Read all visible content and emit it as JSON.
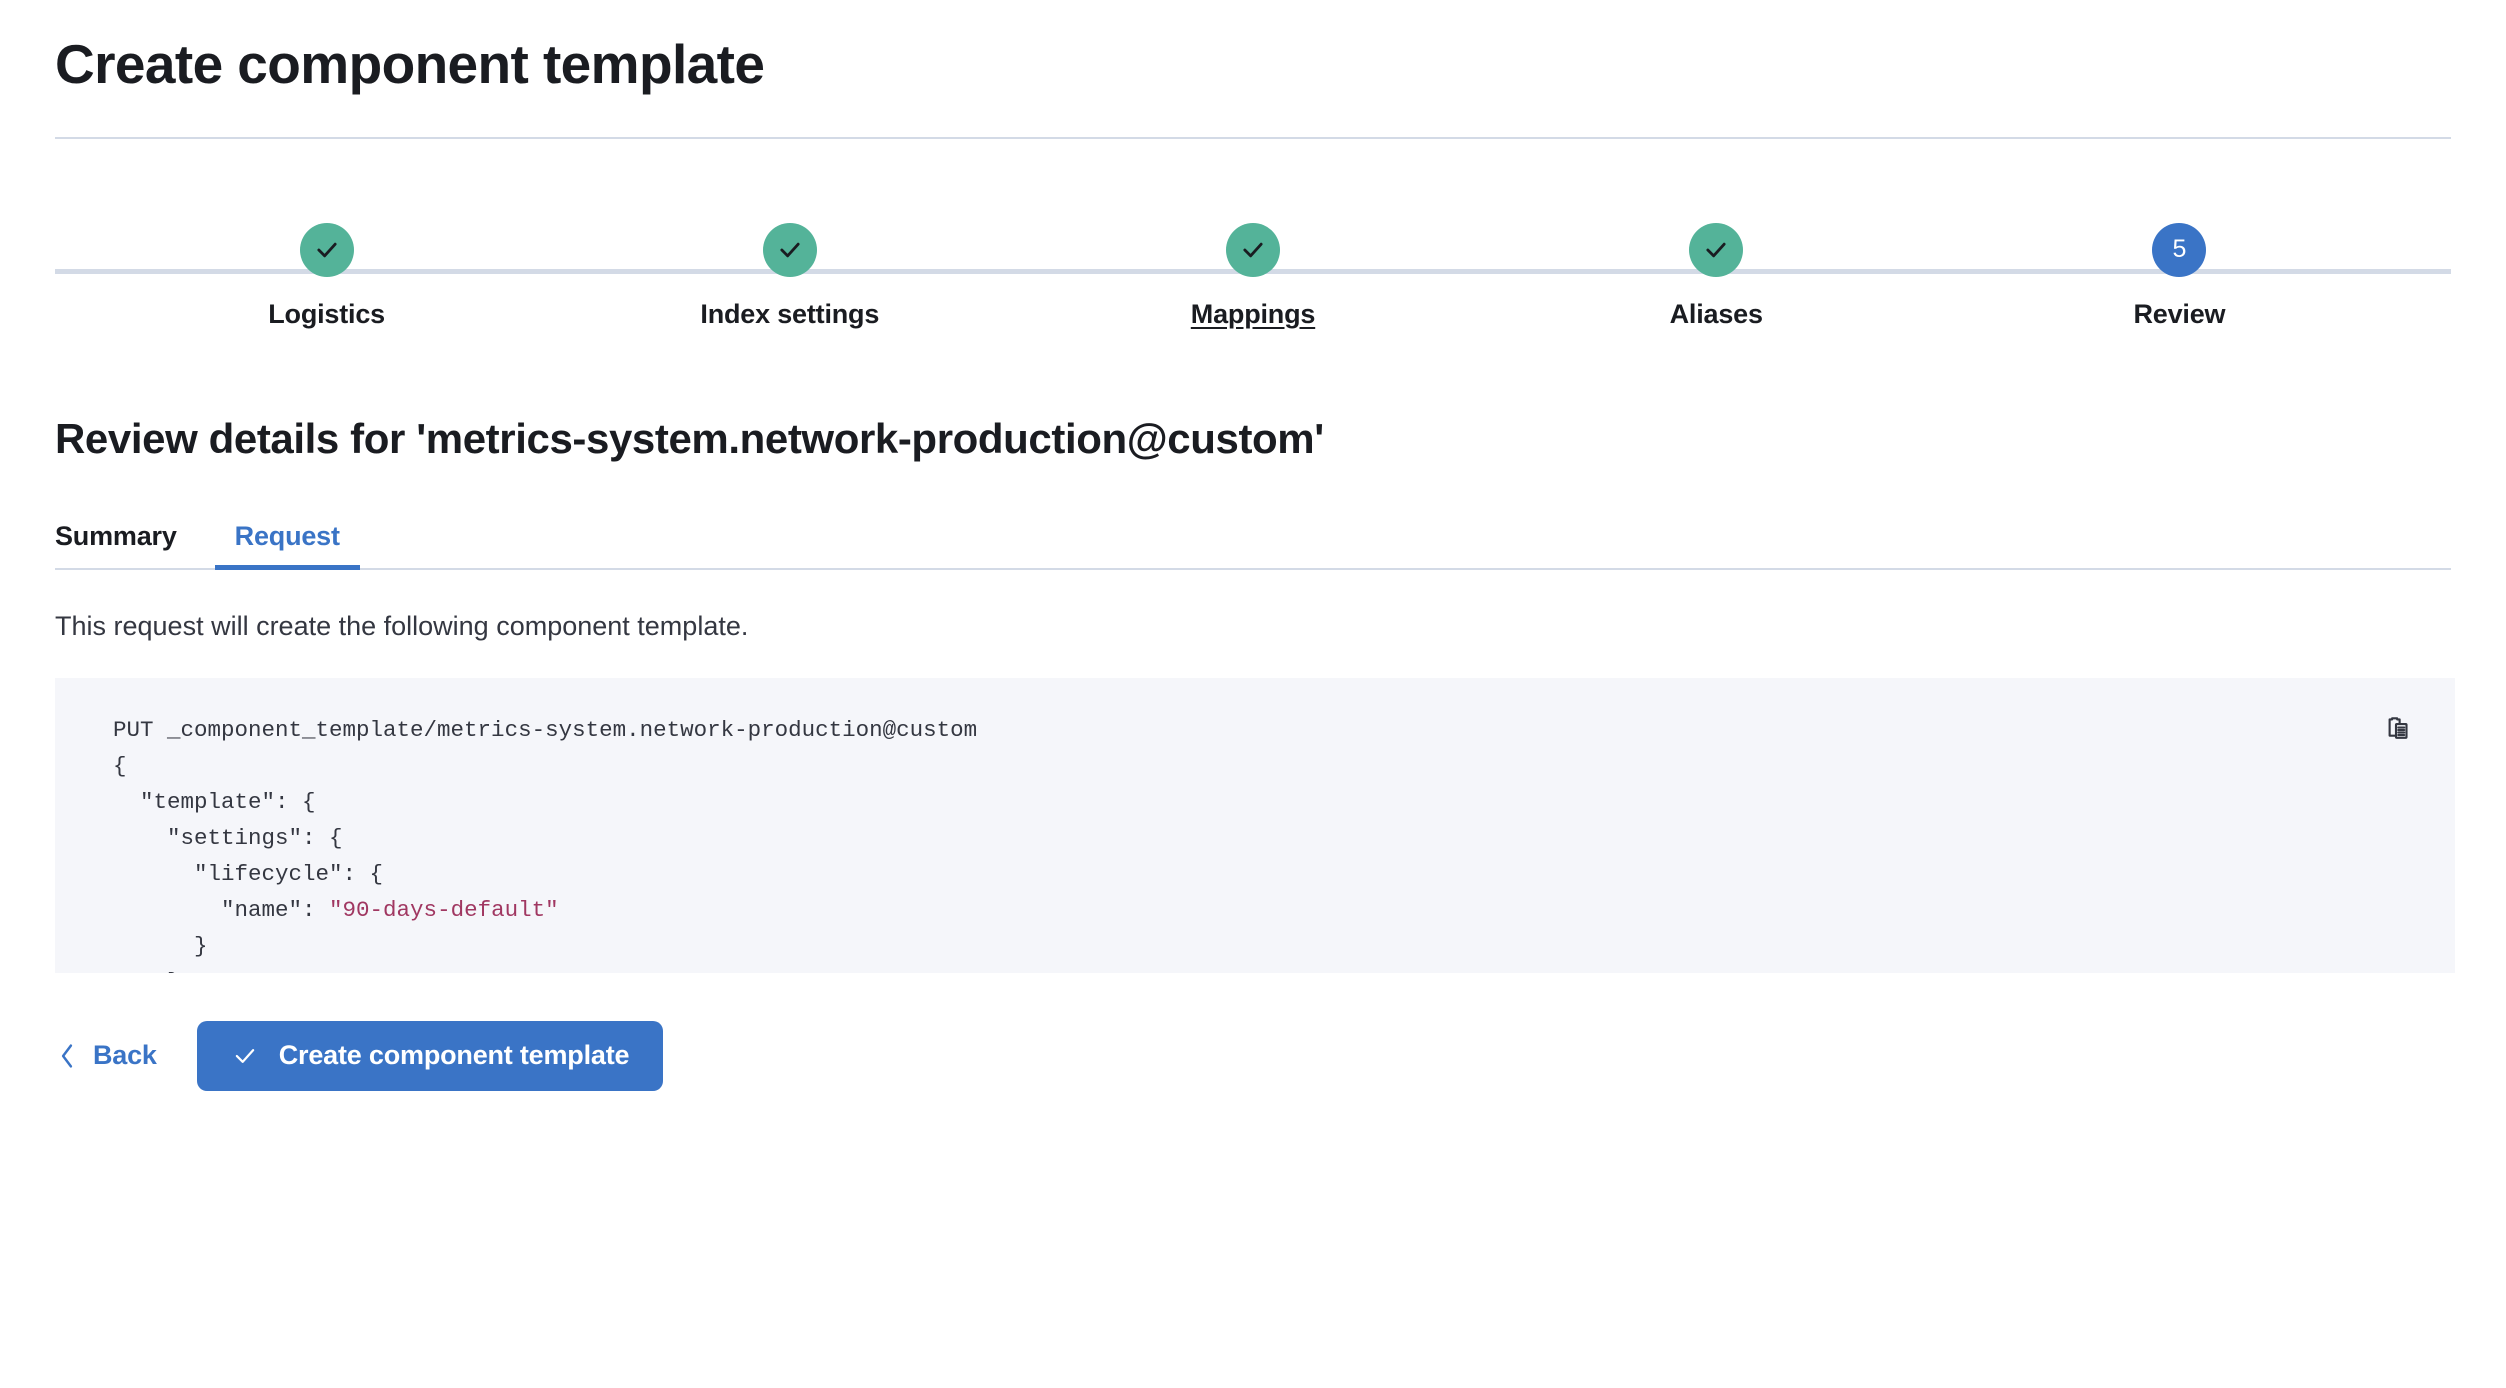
{
  "header": {
    "title": "Create component template"
  },
  "stepper": {
    "steps": [
      {
        "label": "Logistics",
        "state": "complete",
        "icon": "check-icon",
        "number": "1",
        "hovered": false
      },
      {
        "label": "Index settings",
        "state": "complete",
        "icon": "check-icon",
        "number": "2",
        "hovered": false
      },
      {
        "label": "Mappings",
        "state": "complete",
        "icon": "check-icon",
        "number": "3",
        "hovered": true
      },
      {
        "label": "Aliases",
        "state": "complete",
        "icon": "check-icon",
        "number": "4",
        "hovered": false
      },
      {
        "label": "Review",
        "state": "current",
        "icon": "step-number",
        "number": "5",
        "hovered": false
      }
    ],
    "colors": {
      "complete": "#54b399",
      "current": "#3a74c6",
      "connector": "#d3dae6"
    }
  },
  "review": {
    "heading": "Review details for 'metrics-system.network-production@custom'",
    "tabs": [
      {
        "label": "Summary",
        "active": false
      },
      {
        "label": "Request",
        "active": true
      }
    ],
    "description": "This request will create the following component template.",
    "code": {
      "method_and_path": "PUT _component_template/metrics-system.network-production@custom",
      "body_lines": [
        "{",
        "  \"template\": {",
        "    \"settings\": {",
        "      \"lifecycle\": {",
        "        \"name\": ",
        "      }",
        "    }",
        "  }",
        "}"
      ],
      "lifecycle_name_value": "\"90-days-default\"",
      "string_color": "#a03761",
      "background": "#f5f6fa"
    },
    "copy_button": {
      "icon": "copy-icon",
      "title": "Copy to clipboard"
    }
  },
  "actions": {
    "back": {
      "label": "Back",
      "icon": "chevron-left-icon"
    },
    "submit": {
      "label": "Create component template",
      "icon": "check-icon",
      "color": "#3a74c6"
    }
  }
}
